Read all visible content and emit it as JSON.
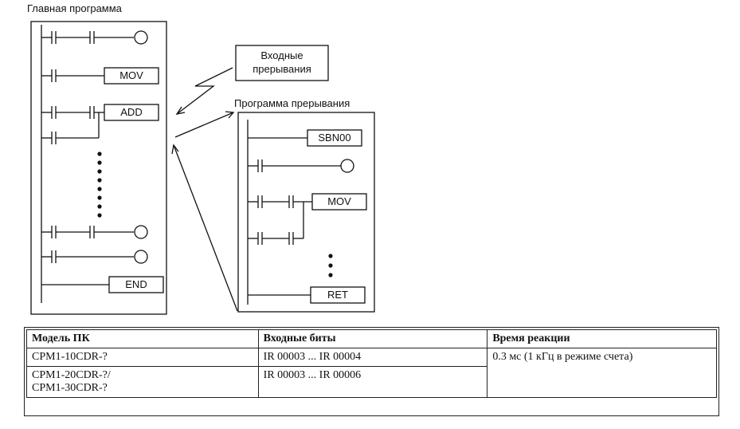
{
  "diagram": {
    "main_program_title": "Главная программа",
    "interrupt_inputs_line1": "Входные",
    "interrupt_inputs_line2": "прерывания",
    "interrupt_program_title": "Программа прерывания",
    "main_blocks": {
      "mov": "MOV",
      "add": "ADD",
      "end": "END"
    },
    "interrupt_blocks": {
      "sbn": "SBN00",
      "mov": "MOV",
      "ret": "RET"
    }
  },
  "table": {
    "headers": [
      "Модель ПК",
      "Входные биты",
      "Время реакции"
    ],
    "rows": [
      {
        "model": "CPM1-10CDR-?",
        "bits": "IR 00003 ... IR 00004"
      },
      {
        "model_line1": "CPM1-20CDR-?/",
        "model_line2": "CPM1-30CDR-?",
        "bits": "IR 00003 ... IR 00006"
      }
    ],
    "response_time": "0.3 мс (1 кГц в режиме счета)"
  }
}
